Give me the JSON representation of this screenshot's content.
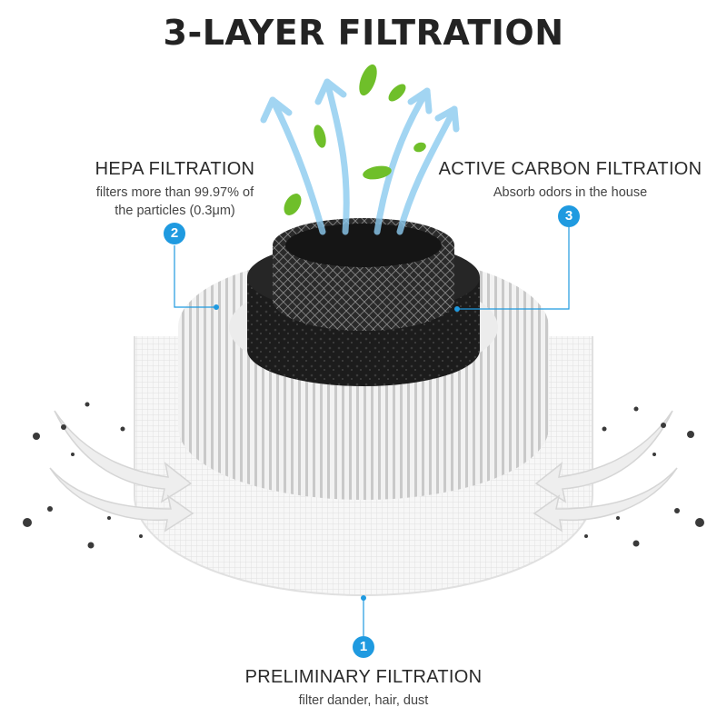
{
  "title": "3-LAYER FILTRATION",
  "layers": {
    "hepa": {
      "number": "2",
      "title": "HEPA FILTRATION",
      "line1": "filters more than 99.97% of",
      "line2": "the particles (0.3μm)"
    },
    "carbon": {
      "number": "3",
      "title": "ACTIVE CARBON FILTRATION",
      "line1": "Absorb odors in the house"
    },
    "preliminary": {
      "number": "1",
      "title": "PRELIMINARY FILTRATION",
      "line1": "filter dander, hair, dust"
    }
  },
  "colors": {
    "accent": "#1f9ae0",
    "leaf": "#6fbf2a",
    "carbon": "#1d1d1d",
    "airflow": "#8ccbf0"
  }
}
